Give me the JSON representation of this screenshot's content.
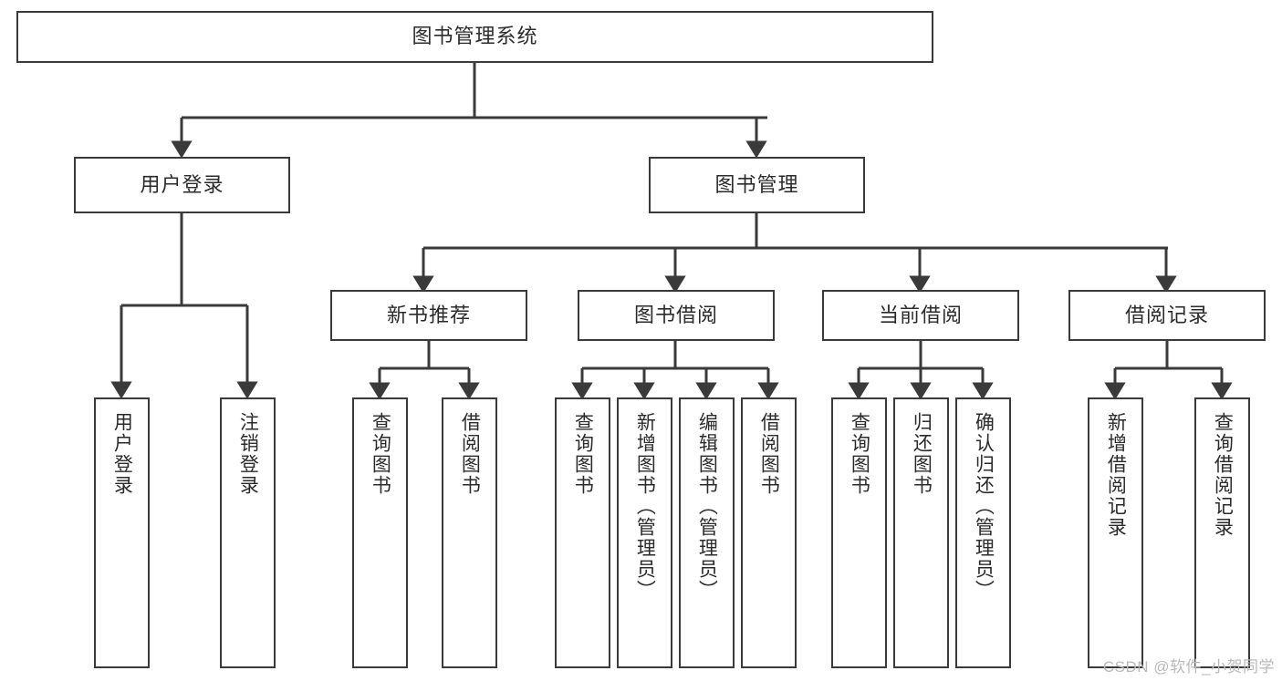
{
  "diagram": {
    "type": "tree-hierarchy",
    "title": "图书管理系统",
    "root": {
      "label": "图书管理系统"
    },
    "level2": [
      {
        "id": "user-login",
        "label": "用户登录"
      },
      {
        "id": "book-manage",
        "label": "图书管理"
      }
    ],
    "level3": [
      {
        "id": "new-book-recommend",
        "label": "新书推荐",
        "parent": "book-manage"
      },
      {
        "id": "book-borrow",
        "label": "图书借阅",
        "parent": "book-manage"
      },
      {
        "id": "current-borrow",
        "label": "当前借阅",
        "parent": "book-manage"
      },
      {
        "id": "borrow-record",
        "label": "借阅记录",
        "parent": "book-manage"
      }
    ],
    "leaves": [
      {
        "id": "leaf-user-login",
        "label": "用户登录",
        "parent": "user-login"
      },
      {
        "id": "leaf-logout-login",
        "label": "注销登录",
        "parent": "user-login"
      },
      {
        "id": "leaf-query-book-1",
        "label": "查询图书",
        "parent": "new-book-recommend"
      },
      {
        "id": "leaf-borrow-book-1",
        "label": "借阅图书",
        "parent": "new-book-recommend"
      },
      {
        "id": "leaf-query-book-2",
        "label": "查询图书",
        "parent": "book-borrow"
      },
      {
        "id": "leaf-add-book",
        "label": "新增图书（管理员）",
        "parent": "book-borrow"
      },
      {
        "id": "leaf-edit-book",
        "label": "编辑图书（管理员）",
        "parent": "book-borrow"
      },
      {
        "id": "leaf-borrow-book-2",
        "label": "借阅图书",
        "parent": "book-borrow"
      },
      {
        "id": "leaf-query-book-3",
        "label": "查询图书",
        "parent": "current-borrow"
      },
      {
        "id": "leaf-return-book",
        "label": "归还图书",
        "parent": "current-borrow"
      },
      {
        "id": "leaf-confirm-return",
        "label": "确认归还（管理员）",
        "parent": "current-borrow"
      },
      {
        "id": "leaf-add-record",
        "label": "新增借阅记录",
        "parent": "borrow-record"
      },
      {
        "id": "leaf-query-record",
        "label": "查询借阅记录",
        "parent": "borrow-record"
      }
    ],
    "watermark": "CSDN @软件_小贺同学",
    "colors": {
      "stroke": "#3a3a3a",
      "background": "#ffffff",
      "text": "#2b2b2b",
      "watermark": "#b9b9b9"
    }
  }
}
